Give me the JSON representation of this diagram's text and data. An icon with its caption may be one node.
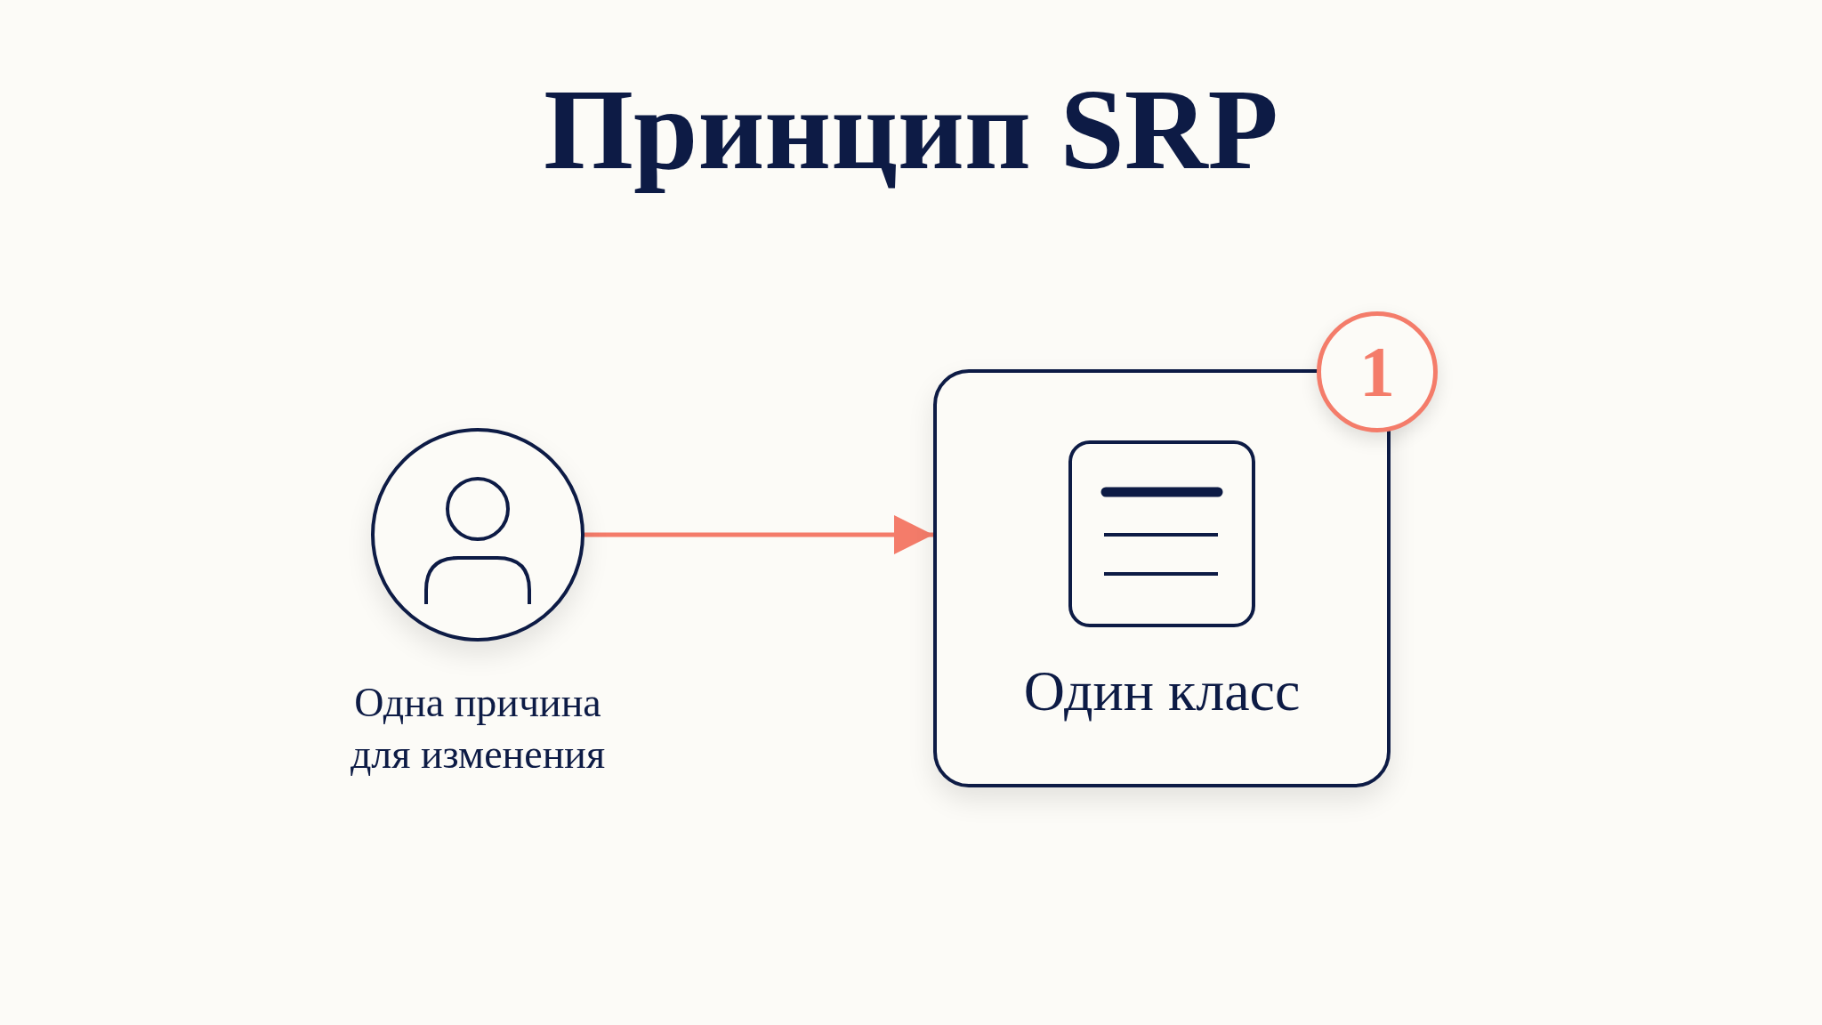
{
  "diagram": {
    "title": "Принцип SRP",
    "nodes": [
      {
        "text": [],
        "shape": "person",
        "beside": [
          "Одна причина для изменения"
        ]
      },
      {
        "text": [
          "Один класс"
        ]
      },
      {
        "text": [
          "1"
        ]
      }
    ],
    "edges": [
      {
        "from": 0,
        "to": 1,
        "arrow": "to",
        "color": "#f47c6a"
      }
    ]
  }
}
